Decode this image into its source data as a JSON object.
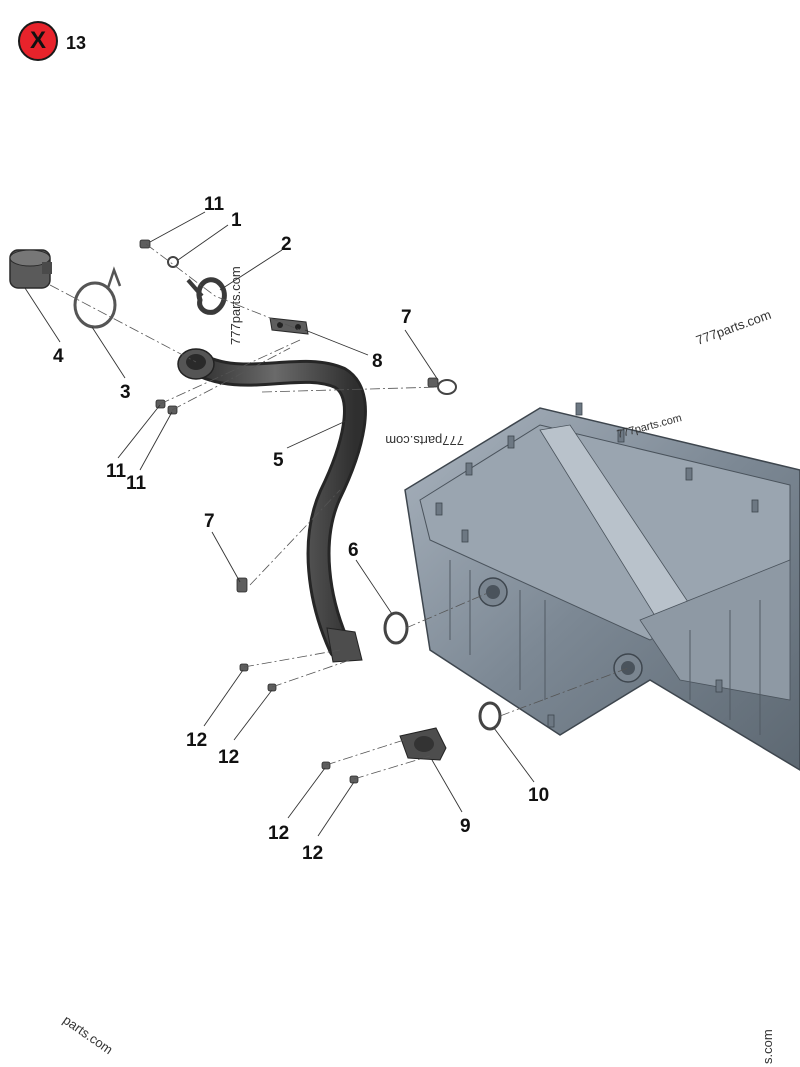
{
  "badge": {
    "symbol": "X",
    "count": "13",
    "color": "#e8232b"
  },
  "watermark": "777parts.com",
  "watermark_partial_left": "parts.com",
  "watermark_partial_right": "s.com",
  "callouts": {
    "c1": "1",
    "c2": "2",
    "c3": "3",
    "c4": "4",
    "c5": "5",
    "c6": "6",
    "c7a": "7",
    "c7b": "7",
    "c8": "8",
    "c9": "9",
    "c10": "10",
    "c11a": "11",
    "c11b": "11",
    "c11c": "11",
    "c12a": "12",
    "c12b": "12",
    "c12c": "12",
    "c12d": "12"
  },
  "colors": {
    "oil_pan": "#8a96a3",
    "hose": "#4a4a4a",
    "parts": "#6b6b6b"
  }
}
